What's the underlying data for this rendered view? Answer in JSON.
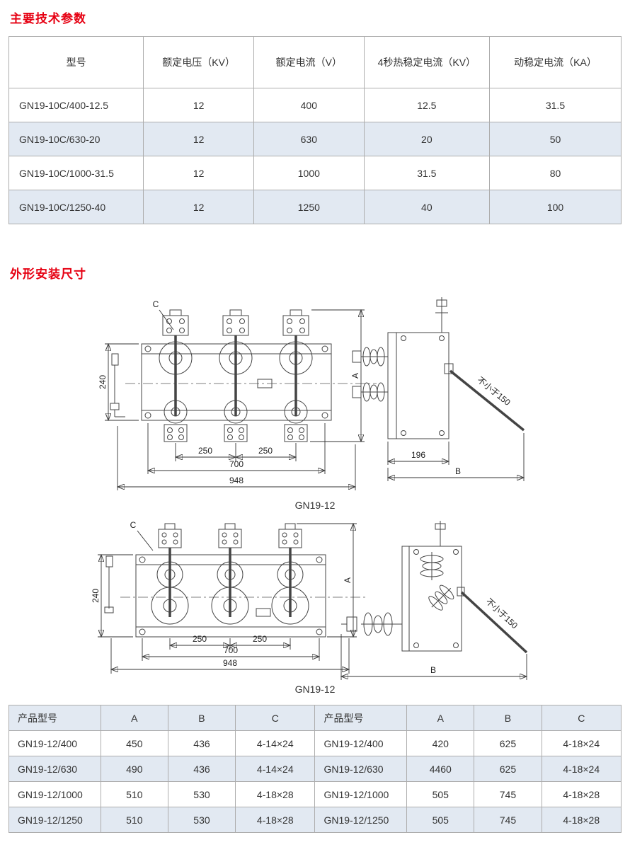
{
  "colors": {
    "accent_red": "#e60012",
    "row_tint": "#e2e9f2",
    "table_border": "#adadad",
    "line_ink": "#444444"
  },
  "sections": {
    "parameters_title": "主要技术参数",
    "dimensions_title": "外形安装尺寸"
  },
  "params_table": {
    "headers": [
      "型号",
      "额定电压（KV）",
      "额定电流（V）",
      "4秒热稳定电流（KV）",
      "动稳定电流（KA）"
    ],
    "rows": [
      [
        "GN19-10C/400-12.5",
        "12",
        "400",
        "12.5",
        "31.5"
      ],
      [
        "GN19-10C/630-20",
        "12",
        "630",
        "20",
        "50"
      ],
      [
        "GN19-10C/1000-31.5",
        "12",
        "1000",
        "31.5",
        "80"
      ],
      [
        "GN19-10C/1250-40",
        "12",
        "1250",
        "40",
        "100"
      ]
    ]
  },
  "drawing1": {
    "caption": "GN19-12",
    "dims": {
      "c": "C",
      "h240": "240",
      "a": "A",
      "d250a": "250",
      "d250b": "250",
      "d700": "700",
      "d948": "948",
      "d196": "196",
      "b": "B",
      "min150": "不小于150"
    }
  },
  "drawing2": {
    "caption": "GN19-12",
    "dims": {
      "c": "C",
      "h240": "240",
      "a": "A",
      "d250a": "250",
      "d250b": "250",
      "d700": "700",
      "d948": "948",
      "b": "B",
      "min150": "不小于150"
    }
  },
  "dims_table": {
    "headers": [
      "产品型号",
      "A",
      "B",
      "C",
      "产品型号",
      "A",
      "B",
      "C"
    ],
    "rows": [
      [
        "GN19-12/400",
        "450",
        "436",
        "4-14×24",
        "GN19-12/400",
        "420",
        "625",
        "4-18×24"
      ],
      [
        "GN19-12/630",
        "490",
        "436",
        "4-14×24",
        "GN19-12/630",
        "4460",
        "625",
        "4-18×24"
      ],
      [
        "GN19-12/1000",
        "510",
        "530",
        "4-18×28",
        "GN19-12/1000",
        "505",
        "745",
        "4-18×28"
      ],
      [
        "GN19-12/1250",
        "510",
        "530",
        "4-18×28",
        "GN19-12/1250",
        "505",
        "745",
        "4-18×28"
      ]
    ]
  }
}
